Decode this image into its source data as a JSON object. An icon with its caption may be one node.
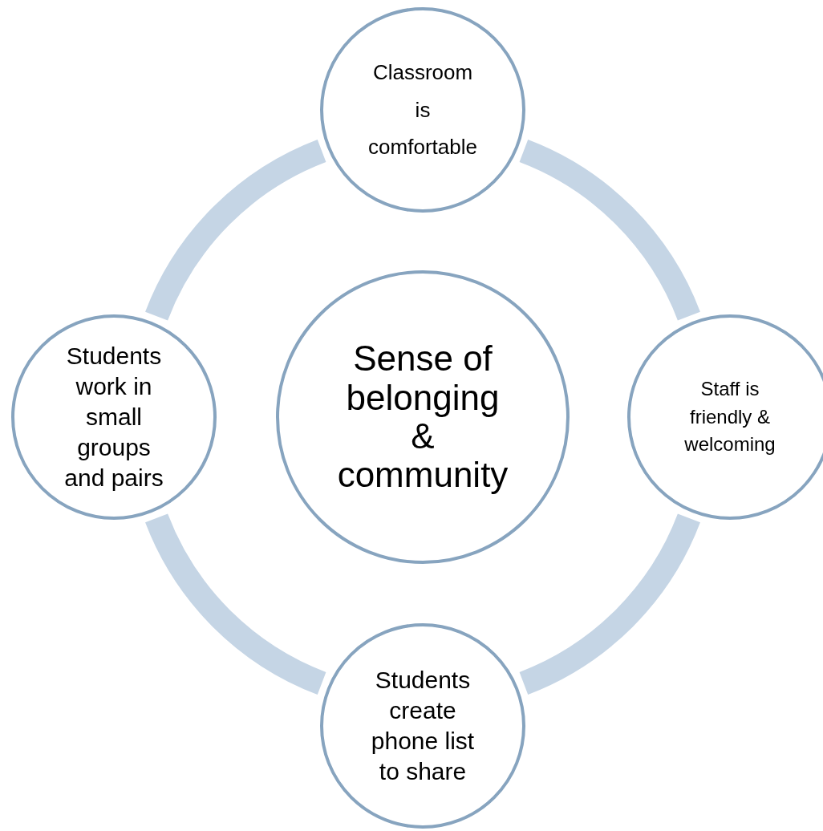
{
  "diagram": {
    "nodes": [
      {
        "text": [
          "Classroom is comfortable"
        ]
      },
      {
        "text": [
          "Students work in small groups and pairs"
        ]
      },
      {
        "text": [
          "Sense of belonging & community"
        ]
      },
      {
        "text": [
          "Staff is friendly & welcoming"
        ]
      },
      {
        "text": [
          "Students create phone list to share"
        ]
      }
    ],
    "edges": [
      {
        "from": 0,
        "to": 3,
        "arrow": "none"
      },
      {
        "from": 3,
        "to": 4,
        "arrow": "none"
      },
      {
        "from": 4,
        "to": 1,
        "arrow": "none"
      },
      {
        "from": 1,
        "to": 0,
        "arrow": "none"
      }
    ]
  }
}
